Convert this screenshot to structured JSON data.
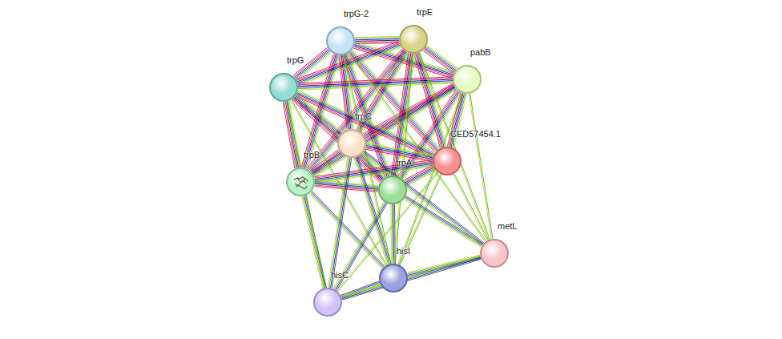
{
  "diagram": {
    "nodes": [
      {
        "text": [
          "trpG-2"
        ]
      },
      {
        "text": [
          "trpE"
        ]
      },
      {
        "text": [
          "pabB"
        ]
      },
      {
        "text": [
          "trpG"
        ]
      },
      {
        "text": [
          "trpC"
        ]
      },
      {
        "text": [
          "CED57454.1"
        ]
      },
      {
        "text": [
          "trpB"
        ]
      },
      {
        "text": [
          "trpA"
        ]
      },
      {
        "text": [
          "metL"
        ]
      },
      {
        "text": [
          "hisI"
        ]
      },
      {
        "text": [
          "hisC"
        ]
      }
    ],
    "edges": [
      {
        "from": 0,
        "to": 1,
        "arrow": "none"
      },
      {
        "from": 0,
        "to": 2,
        "arrow": "none"
      },
      {
        "from": 0,
        "to": 3,
        "arrow": "none"
      },
      {
        "from": 0,
        "to": 4,
        "arrow": "none"
      },
      {
        "from": 0,
        "to": 5,
        "arrow": "none"
      },
      {
        "from": 0,
        "to": 6,
        "arrow": "none"
      },
      {
        "from": 0,
        "to": 7,
        "arrow": "none"
      },
      {
        "from": 1,
        "to": 2,
        "arrow": "none"
      },
      {
        "from": 1,
        "to": 3,
        "arrow": "none"
      },
      {
        "from": 1,
        "to": 4,
        "arrow": "none"
      },
      {
        "from": 1,
        "to": 5,
        "arrow": "none"
      },
      {
        "from": 1,
        "to": 6,
        "arrow": "none"
      },
      {
        "from": 1,
        "to": 7,
        "arrow": "none"
      },
      {
        "from": 2,
        "to": 3,
        "arrow": "none"
      },
      {
        "from": 2,
        "to": 4,
        "arrow": "none"
      },
      {
        "from": 2,
        "to": 5,
        "arrow": "none"
      },
      {
        "from": 2,
        "to": 6,
        "arrow": "none"
      },
      {
        "from": 2,
        "to": 7,
        "arrow": "none"
      },
      {
        "from": 3,
        "to": 4,
        "arrow": "none"
      },
      {
        "from": 3,
        "to": 5,
        "arrow": "none"
      },
      {
        "from": 3,
        "to": 6,
        "arrow": "none"
      },
      {
        "from": 3,
        "to": 7,
        "arrow": "none"
      },
      {
        "from": 4,
        "to": 5,
        "arrow": "none"
      },
      {
        "from": 4,
        "to": 6,
        "arrow": "none"
      },
      {
        "from": 4,
        "to": 7,
        "arrow": "none"
      },
      {
        "from": 5,
        "to": 6,
        "arrow": "none"
      },
      {
        "from": 5,
        "to": 7,
        "arrow": "none"
      },
      {
        "from": 6,
        "to": 7,
        "arrow": "none"
      },
      {
        "from": 9,
        "to": 10,
        "arrow": "none"
      },
      {
        "from": 9,
        "to": 8,
        "arrow": "none"
      },
      {
        "from": 10,
        "to": 8,
        "arrow": "none"
      },
      {
        "from": 9,
        "to": 4,
        "arrow": "none"
      },
      {
        "from": 9,
        "to": 6,
        "arrow": "none"
      },
      {
        "from": 9,
        "to": 7,
        "arrow": "none"
      },
      {
        "from": 9,
        "to": 3,
        "arrow": "none"
      },
      {
        "from": 9,
        "to": 5,
        "arrow": "none"
      },
      {
        "from": 9,
        "to": 2,
        "arrow": "none"
      },
      {
        "from": 9,
        "to": 0,
        "arrow": "none"
      },
      {
        "from": 9,
        "to": 1,
        "arrow": "none"
      },
      {
        "from": 10,
        "to": 6,
        "arrow": "none"
      },
      {
        "from": 10,
        "to": 3,
        "arrow": "none"
      },
      {
        "from": 10,
        "to": 4,
        "arrow": "none"
      },
      {
        "from": 10,
        "to": 7,
        "arrow": "none"
      },
      {
        "from": 10,
        "to": 5,
        "arrow": "none"
      },
      {
        "from": 8,
        "to": 2,
        "arrow": "none"
      },
      {
        "from": 8,
        "to": 1,
        "arrow": "none"
      },
      {
        "from": 8,
        "to": 5,
        "arrow": "none"
      },
      {
        "from": 8,
        "to": 7,
        "arrow": "none"
      },
      {
        "from": 8,
        "to": 4,
        "arrow": "none"
      },
      {
        "from": 8,
        "to": 0,
        "arrow": "none"
      }
    ]
  }
}
